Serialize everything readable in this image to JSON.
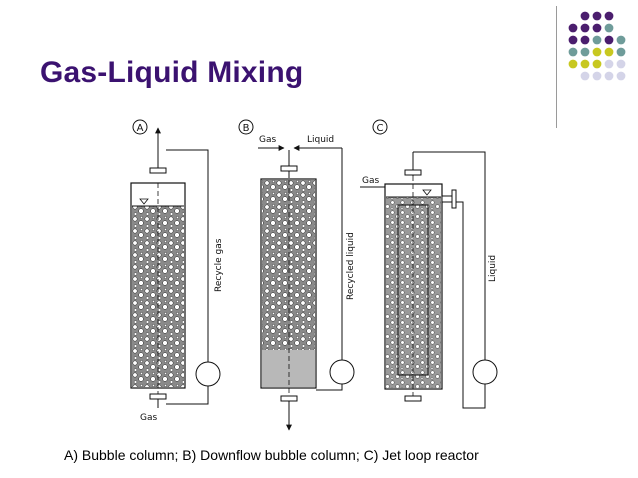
{
  "slide": {
    "title": "Gas-Liquid Mixing",
    "caption": "A) Bubble column; B) Downflow bubble column; C) Jet loop reactor"
  },
  "diagram": {
    "reactor_a": {
      "letter": "A",
      "side_label": "Recycle gas",
      "gas_label": "Gas"
    },
    "reactor_b": {
      "letter": "B",
      "gas_label": "Gas",
      "liquid_label": "Liquid",
      "side_label": "Recycled liquid"
    },
    "reactor_c": {
      "letter": "C",
      "gas_label": "Gas",
      "side_label": "Liquid"
    }
  },
  "colors": {
    "title": "#3b1270",
    "dot_purple": "#4b1e6e",
    "dot_teal": "#6f9c9a",
    "dot_olive": "#c8c820",
    "dot_lavender": "#d4d4e8"
  }
}
